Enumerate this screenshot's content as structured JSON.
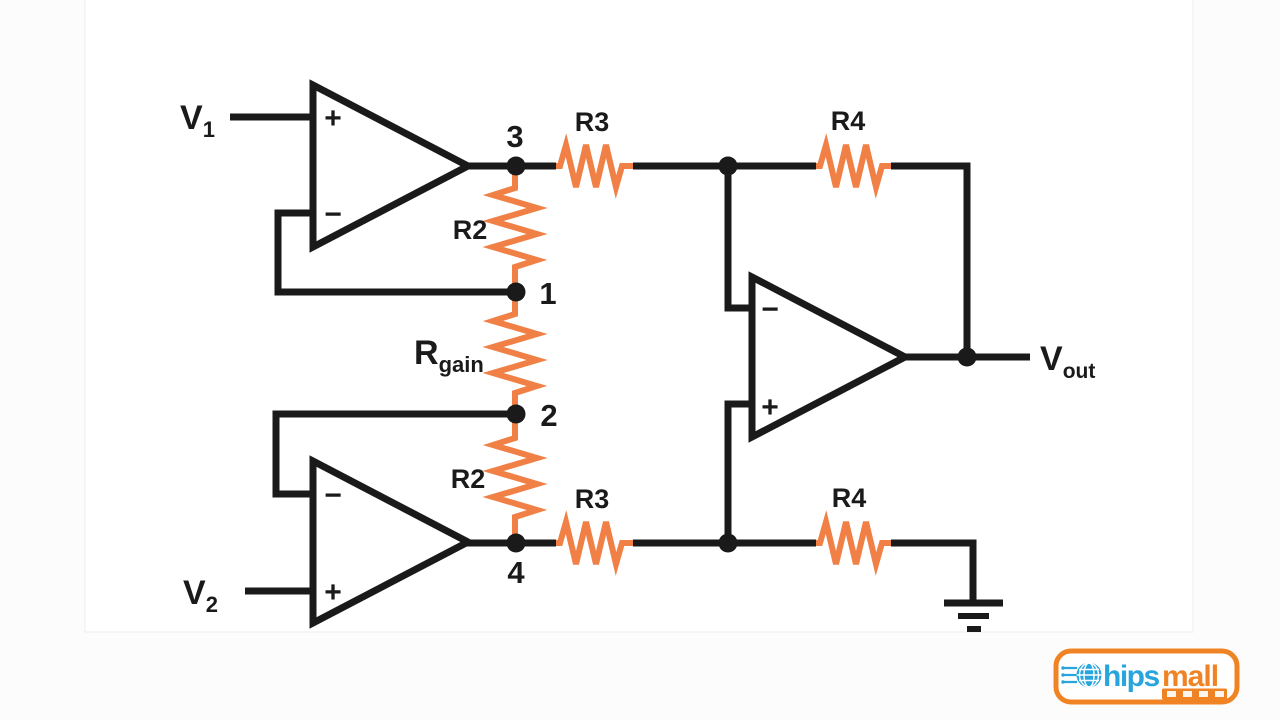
{
  "colors": {
    "wire": "#1a1a1a",
    "resistor": "#f08045",
    "logo_blue": "#27a5dc",
    "logo_orange": "#f08424"
  },
  "labels": {
    "v1": {
      "base": "V",
      "sub": "1"
    },
    "v2": {
      "base": "V",
      "sub": "2"
    },
    "vout": {
      "base": "V",
      "sub": "out"
    },
    "rgain": {
      "base": "R",
      "sub": "gain"
    },
    "r2_top": "R2",
    "r3_top": "R3",
    "r4_top": "R4",
    "r2_bottom": "R2",
    "r3_bottom": "R3",
    "r4_bottom": "R4",
    "node1": "1",
    "node2": "2",
    "node3": "3",
    "node4": "4",
    "plus": "+",
    "minus": "−"
  },
  "logo": {
    "brand": "Chipsmall",
    "blue_text": "Chips",
    "blue_text_after_icon": "hips",
    "orange_text": "mall"
  }
}
